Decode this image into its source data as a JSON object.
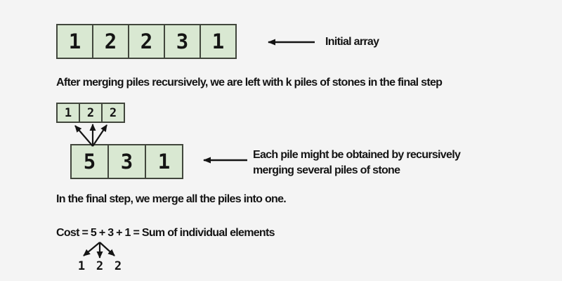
{
  "canvas": {
    "background": "#f4f4f4"
  },
  "colors": {
    "cell_fill": "#d9e8d2",
    "cell_border": "#41463c",
    "text": "#141414",
    "arrow": "#141414"
  },
  "initial_array": {
    "values": [
      "1",
      "2",
      "2",
      "3",
      "1"
    ],
    "label": "Initial array"
  },
  "explanation_1": "After merging piles recursively, we are left with k piles of stones in the final step",
  "k_piles_array": {
    "values": [
      "1",
      "2",
      "2"
    ]
  },
  "merged_array": {
    "values": [
      "5",
      "3",
      "1"
    ]
  },
  "merged_label": {
    "line1": "Each pile might be obtained by recursively",
    "line2": "merging several piles of stone"
  },
  "explanation_2": "In the final step, we merge all the piles into one.",
  "cost_equation": "Cost = 5 + 3 + 1 = Sum of individual elements",
  "cost_breakdown": {
    "values": [
      "1",
      "2",
      "2"
    ]
  }
}
